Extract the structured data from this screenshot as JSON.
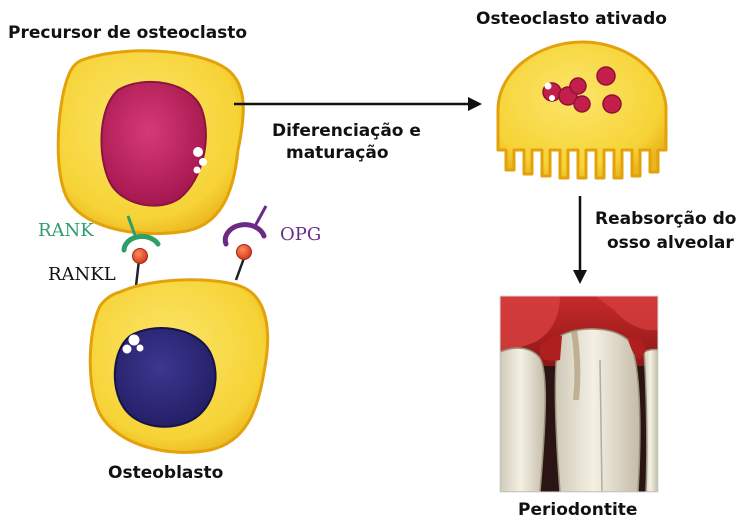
{
  "labels": {
    "precursor": "Precursor de osteoclasto",
    "activated": "Osteoclasto ativado",
    "differentiation_line1": "Diferenciação e",
    "differentiation_line2": "maturação",
    "resorption_line1": "Reabsorção do",
    "resorption_line2": "osso alveolar",
    "rank": "RANK",
    "rankl": "RANKL",
    "opg": "OPG",
    "osteoblast": "Osteoblasto",
    "periodontitis": "Periodontite"
  },
  "colors": {
    "cell_fill": "#f6d336",
    "cell_stroke": "#e3a20b",
    "precursor_nucleus": "#c2205f",
    "osteoblast_nucleus": "#2d2878",
    "osteoclast_nuclei": "#c41f4a",
    "rank": "#2e9e6b",
    "opg": "#6a2a86",
    "ligand": "#e0452b",
    "text": "#111111"
  }
}
